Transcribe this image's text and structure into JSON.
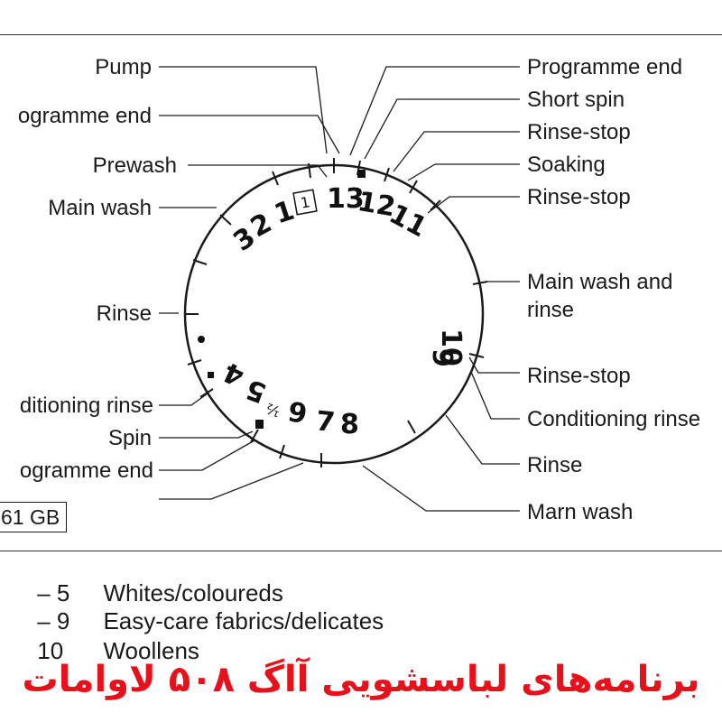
{
  "labels_left": {
    "pump": "Pump",
    "programme_end_top": "ogramme end",
    "prewash": "Prewash",
    "main_wash": "Main wash",
    "rinse": "Rinse",
    "conditioning_rinse": "ditioning rinse",
    "spin": "Spin",
    "programme_end_bottom": "ogramme end"
  },
  "labels_right": {
    "programme_end": "Programme end",
    "short_spin": "Short spin",
    "rinse_stop_1": "Rinse-stop",
    "soaking": "Soaking",
    "rinse_stop_2": "Rinse-stop",
    "main_wash_and_rinse_1": "Main wash and",
    "main_wash_and_rinse_2": "rinse",
    "rinse_stop_3": "Rinse-stop",
    "conditioning_rinse": "Conditioning rinse",
    "rinse": "Rinse",
    "marn_wash": "Marn wash"
  },
  "dial_numbers": {
    "n13": "13",
    "n12": "12",
    "n11": "11",
    "n10": "10",
    "n9": "9",
    "n8": "8",
    "n7": "7",
    "n6": "6",
    "n6half": "½",
    "n5": "5",
    "n4": "4",
    "n3": "3",
    "n2": "2",
    "n1": "1",
    "n1box": "1"
  },
  "model_tag": "61 GB",
  "legend": [
    {
      "range": "–  5",
      "text": "Whites/coloureds"
    },
    {
      "range": "–  9",
      "text": "Easy-care fabrics/delicates"
    },
    {
      "range": "10",
      "text": "Woollens"
    }
  ],
  "persian_title": "برنامه‌های لباسشویی آاگ ۵۰۸ لاوامات"
}
